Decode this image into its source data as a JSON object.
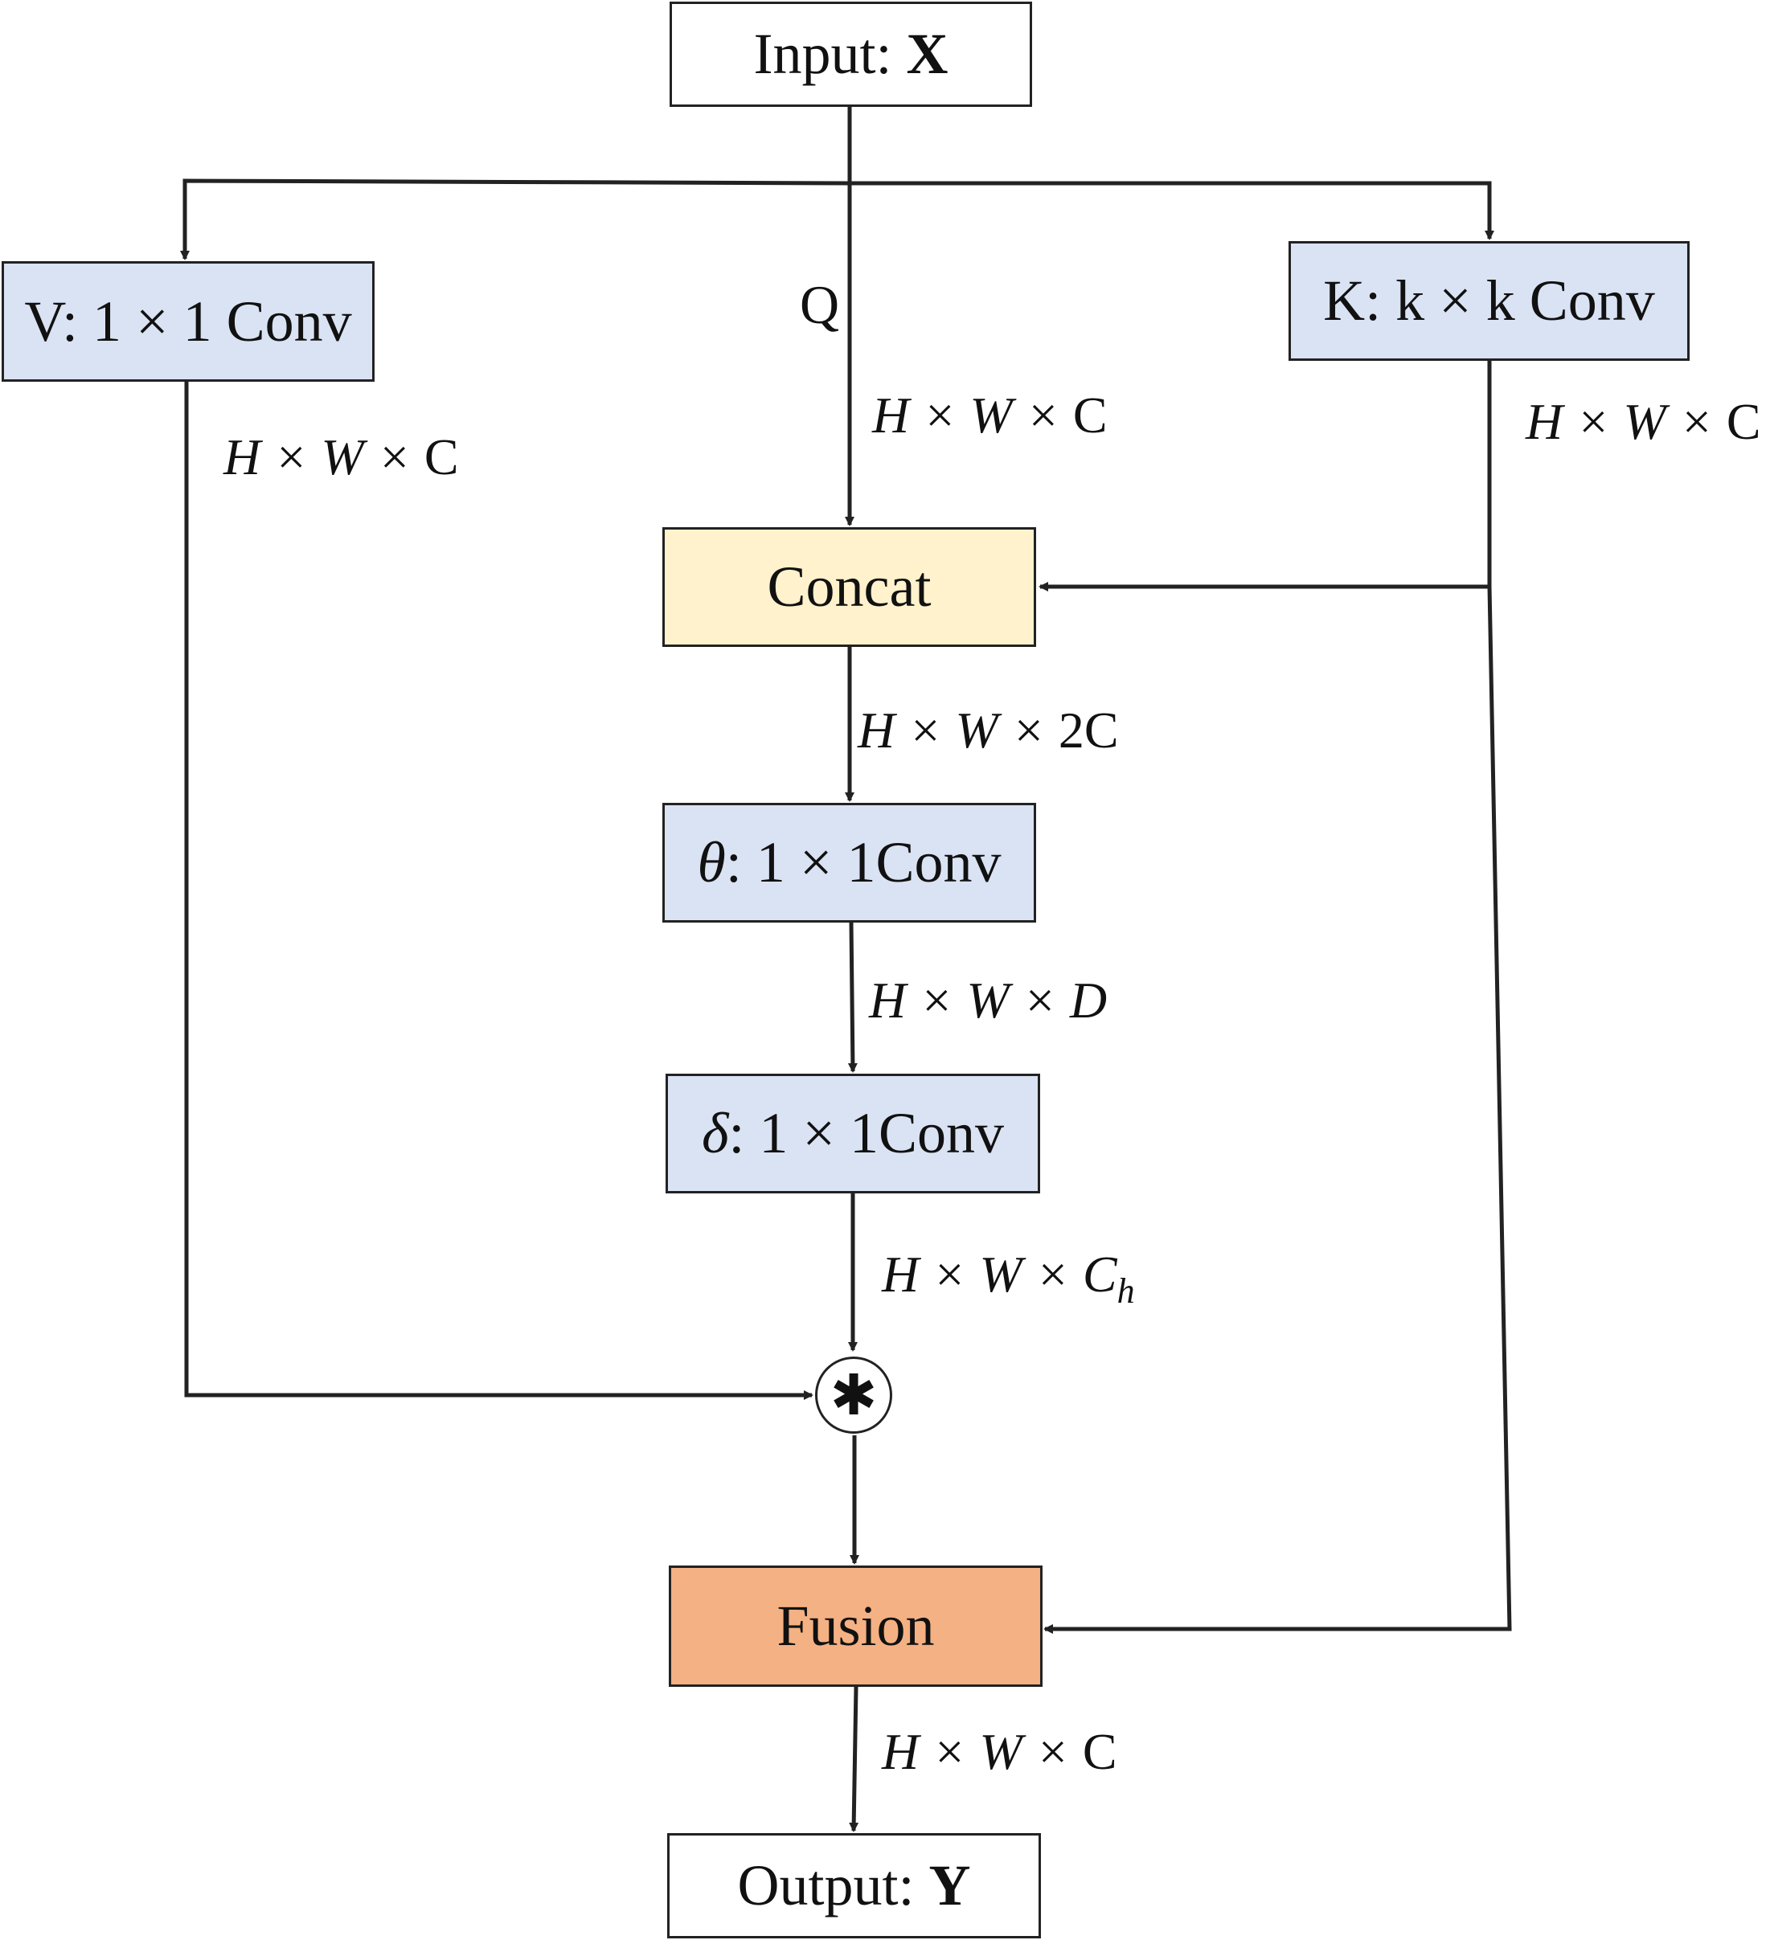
{
  "colors": {
    "conv_fill": "#dae3f3",
    "concat_fill": "#fff2cc",
    "fusion_fill": "#f4b183",
    "io_fill": "#ffffff",
    "line": "#222222"
  },
  "nodes": {
    "input": {
      "prefix": "Input: ",
      "var": "X"
    },
    "v_conv": {
      "label": "V: 1 × 1 Conv"
    },
    "k_conv": {
      "label": "K: k × k Conv"
    },
    "concat": {
      "label": "Concat"
    },
    "theta_conv": {
      "greek": "θ",
      "label": ": 1 × 1Conv"
    },
    "delta_conv": {
      "greek": "δ",
      "label": ": 1 × 1Conv"
    },
    "fusion": {
      "label": "Fusion"
    },
    "output": {
      "prefix": "Output: ",
      "var": "Y"
    }
  },
  "operator": {
    "symbol": "✱",
    "icon": "convolution-operator-icon"
  },
  "edge_labels": {
    "q": "Q",
    "q_dim": {
      "a": "H × W × ",
      "b": "C"
    },
    "v_dim": {
      "a": "H × W × ",
      "b": "C"
    },
    "k_dim": {
      "a": "H × W × ",
      "b": "C"
    },
    "concat_dim": {
      "a": "H × W × ",
      "b": "2C"
    },
    "theta_dim": {
      "a": "H × W × D"
    },
    "delta_dim": {
      "a": "H × W × C",
      "sub": "h"
    },
    "fusion_dim": {
      "a": "H × W × ",
      "b": "C"
    }
  }
}
